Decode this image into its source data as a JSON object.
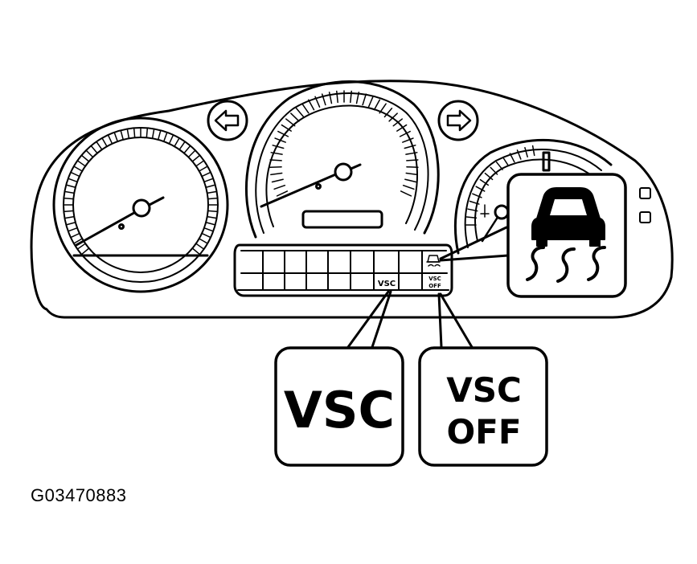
{
  "figure_code": "G03470883",
  "cluster": {
    "panel_labels": {
      "vsc_small": "VSC",
      "vsc_off_small_line1": "VSC",
      "vsc_off_small_line2": "OFF"
    }
  },
  "callouts": {
    "vsc": {
      "text": "VSC"
    },
    "vsc_off": {
      "line1": "VSC",
      "line2": "OFF"
    },
    "skid_icon_name": "slip-indicator-icon"
  },
  "colors": {
    "ink": "#000000",
    "paper": "#ffffff"
  }
}
